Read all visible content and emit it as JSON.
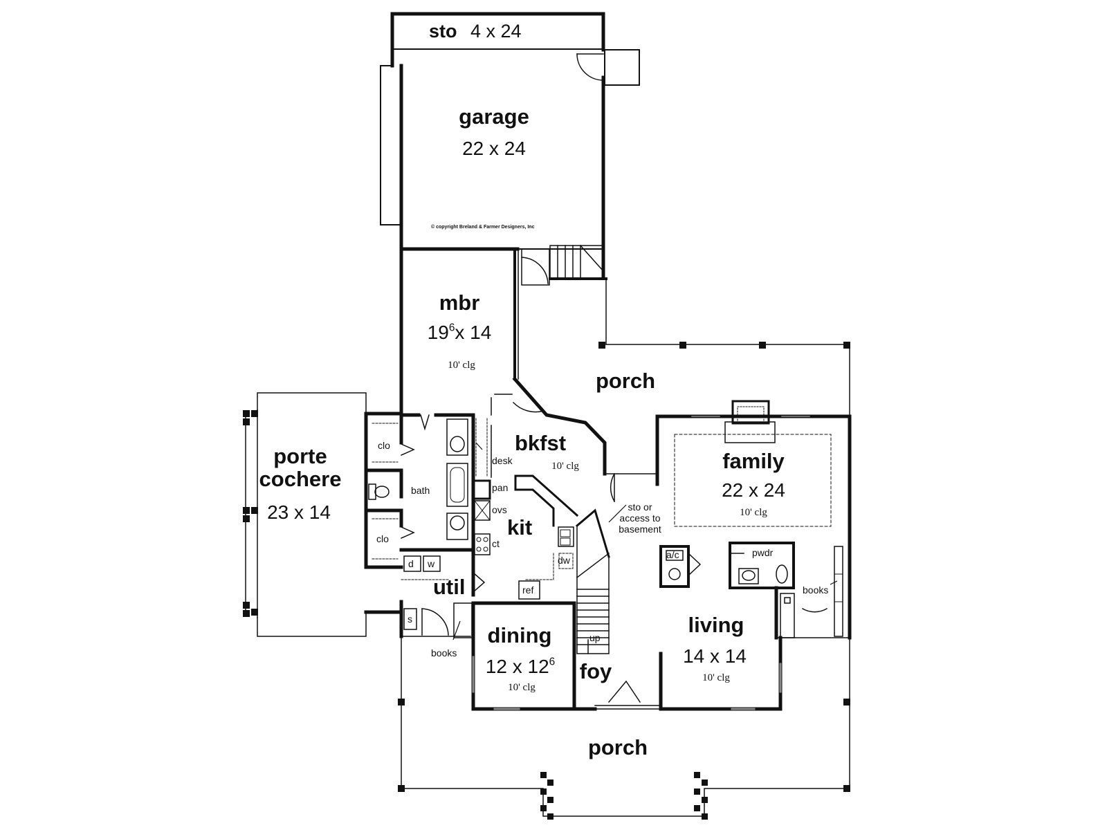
{
  "copyright": "© copyright Breland & Farmer Designers, Inc",
  "rooms": {
    "storage": {
      "name": "sto",
      "size": "4 x 24"
    },
    "garage": {
      "name": "garage",
      "size": "22 x 24"
    },
    "mbr": {
      "name": "mbr",
      "size_main": "19",
      "size_sup": "6",
      "size_rest": "x 14",
      "ceiling": "10' clg"
    },
    "porch_rear": {
      "name": "porch"
    },
    "bkfst": {
      "name": "bkfst",
      "ceiling": "10' clg"
    },
    "family": {
      "name": "family",
      "size": "22 x 24",
      "ceiling": "10' clg"
    },
    "porte_cochere": {
      "name_line1": "porte",
      "name_line2": "cochere",
      "size": "23 x 14"
    },
    "kit": {
      "name": "kit"
    },
    "util": {
      "name": "util"
    },
    "dining": {
      "name": "dining",
      "size_main": "12 x 12",
      "size_sup": "6",
      "ceiling": "10' clg"
    },
    "foy": {
      "name": "foy"
    },
    "living": {
      "name": "living",
      "size": "14 x 14",
      "ceiling": "10' clg"
    },
    "porch_front": {
      "name": "porch"
    }
  },
  "labels": {
    "clo_top": "clo",
    "clo_bottom": "clo",
    "bath": "bath",
    "desk": "desk",
    "pan": "pan",
    "ovs": "ovs",
    "ct": "ct",
    "dw": "dw",
    "ref": "ref",
    "dryer": "d",
    "washer": "w",
    "shelf": "s",
    "books_util": "books",
    "books_living": "books",
    "up": "up",
    "ac": "a/c",
    "pwdr": "pwdr",
    "sto_note_1": "sto or",
    "sto_note_2": "access to",
    "sto_note_3": "basement"
  }
}
